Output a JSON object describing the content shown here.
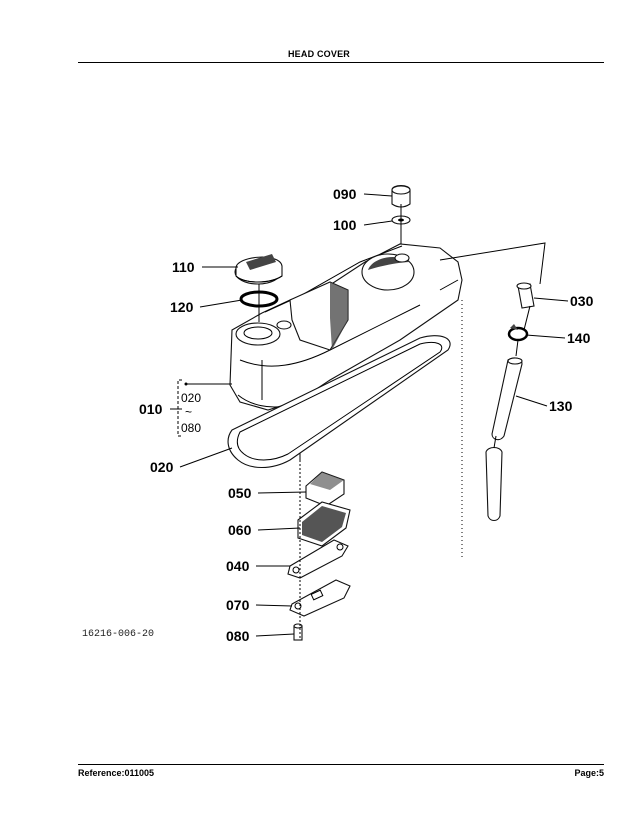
{
  "header": {
    "title": "HEAD COVER"
  },
  "footer": {
    "reference": "Reference:011005",
    "page": "Page:5"
  },
  "drawing": {
    "id": "16216-006-20",
    "callouts": {
      "c090": "090",
      "c100": "100",
      "c110": "110",
      "c120": "120",
      "c030": "030",
      "c140": "140",
      "c010": "010",
      "c130": "130",
      "c020": "020",
      "c050": "050",
      "c060": "060",
      "c040": "040",
      "c070": "070",
      "c080": "080"
    },
    "group_010": {
      "top": "020",
      "range": "~",
      "bottom": "080"
    }
  }
}
